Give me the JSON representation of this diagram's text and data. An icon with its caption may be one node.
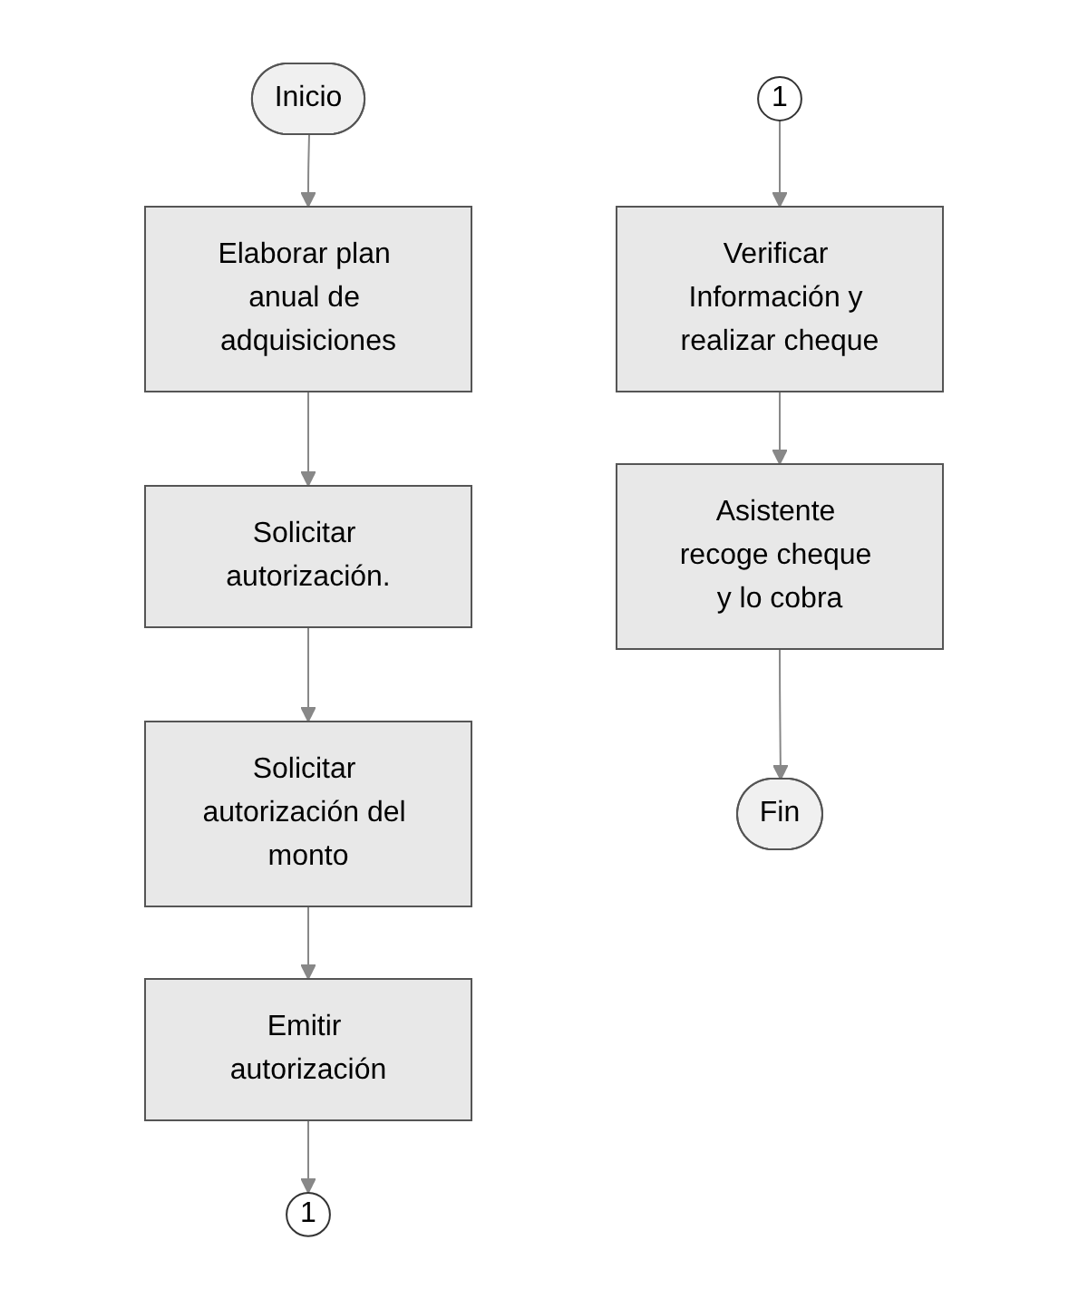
{
  "diagram": {
    "nodes": [
      {
        "text": [
          "Inicio"
        ]
      },
      {
        "text": [
          "Elaborar plan anual de adquisiciones"
        ]
      },
      {
        "text": [
          "Solicitar autorización."
        ]
      },
      {
        "text": [
          "Solicitar autorización del monto"
        ]
      },
      {
        "text": [
          "Emitir autorización"
        ]
      },
      {
        "text": [
          "1"
        ]
      },
      {
        "text": [
          "1"
        ]
      },
      {
        "text": [
          "Verificar Información y realizar cheque"
        ]
      },
      {
        "text": [
          "Asistente recoge cheque y lo cobra"
        ]
      },
      {
        "text": [
          "Fin"
        ]
      }
    ],
    "edges": [
      {
        "from": 0,
        "to": 1,
        "arrow": "to"
      },
      {
        "from": 1,
        "to": 2,
        "arrow": "to"
      },
      {
        "from": 2,
        "to": 3,
        "arrow": "to"
      },
      {
        "from": 3,
        "to": 4,
        "arrow": "to"
      },
      {
        "from": 4,
        "to": 5,
        "arrow": "to"
      },
      {
        "from": 6,
        "to": 7,
        "arrow": "to"
      },
      {
        "from": 7,
        "to": 8,
        "arrow": "to"
      },
      {
        "from": 8,
        "to": 9,
        "arrow": "to"
      }
    ]
  }
}
